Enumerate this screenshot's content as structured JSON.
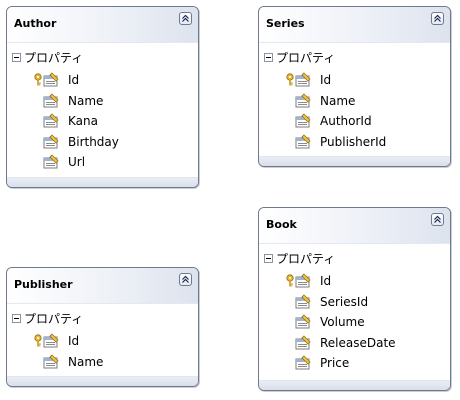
{
  "section_label": "プロパティ",
  "entities": {
    "author": {
      "title": "Author",
      "properties": [
        "Id",
        "Name",
        "Kana",
        "Birthday",
        "Url"
      ]
    },
    "series": {
      "title": "Series",
      "properties": [
        "Id",
        "Name",
        "AuthorId",
        "PublisherId"
      ]
    },
    "publisher": {
      "title": "Publisher",
      "properties": [
        "Id",
        "Name"
      ]
    },
    "book": {
      "title": "Book",
      "properties": [
        "Id",
        "SeriesId",
        "Volume",
        "ReleaseDate",
        "Price"
      ]
    }
  },
  "icons": {
    "collapse": "chevron-up-double-icon",
    "section_toggle": "collapse-minus-icon",
    "key": "key-icon",
    "property": "property-icon"
  },
  "colors": {
    "border": "#6f7a8a",
    "header_gradient_end": "#dde3ee",
    "footer": "#d9dfea",
    "key": "#d9a521"
  }
}
